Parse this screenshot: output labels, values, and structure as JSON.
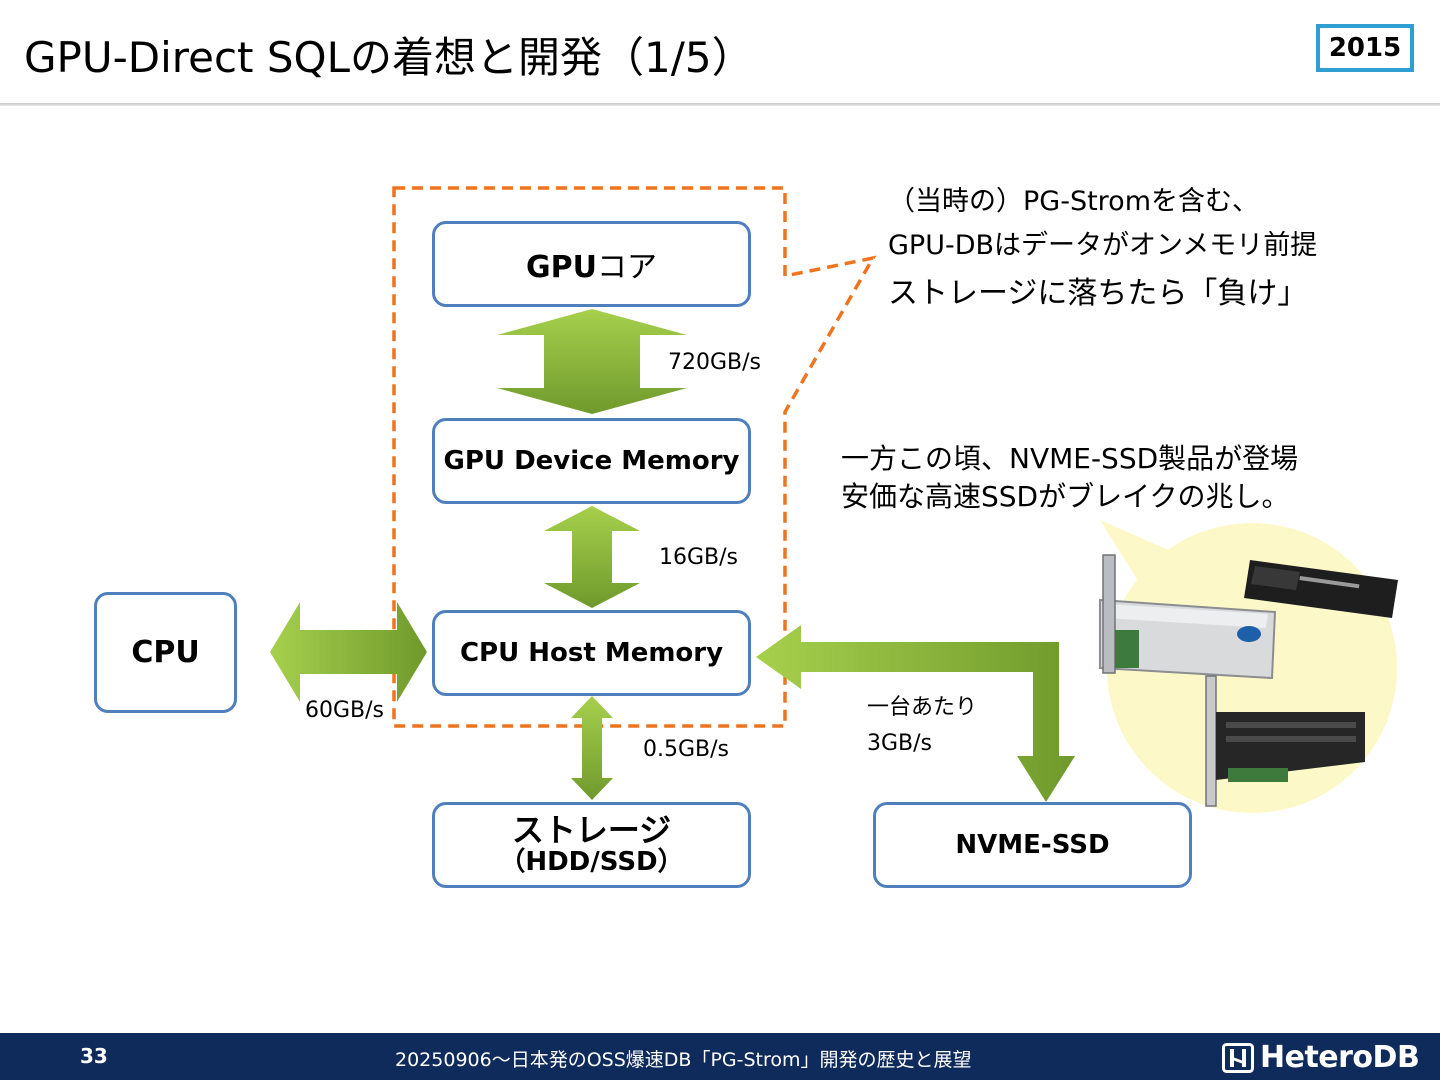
{
  "header": {
    "title": "GPU-Direct SQLの着想と開発（1/5）",
    "year_badge": "2015"
  },
  "diagram": {
    "nodes": {
      "gpu_core_bold": "GPU",
      "gpu_core_rest": "コア",
      "gpu_device_memory": "GPU Device Memory",
      "cpu_host_memory": "CPU Host Memory",
      "cpu": "CPU",
      "storage_line1": "ストレージ",
      "storage_line2": "（HDD/SSD）",
      "nvme_ssd": "NVME-SSD"
    },
    "bandwidths": {
      "gpu_core_to_device": "720GB/s",
      "device_to_host": "16GB/s",
      "cpu_to_host": "60GB/s",
      "host_to_storage": "0.5GB/s",
      "nvme_per_unit_line1": "一台あたり",
      "nvme_per_unit_line2": "3GB/s"
    },
    "callouts": {
      "gpu_db": [
        "（当時の）PG-Stromを含む、",
        "GPU-DBはデータがオンメモリ前提",
        "ストレージに落ちたら「負け」"
      ],
      "nvme": [
        "一方この頃、NVME-SSD製品が登場",
        "安価な高速SSDがブレイクの兆し。"
      ]
    },
    "colors": {
      "box_border": "#4f7fbd",
      "arrow_green": "#8dbb3a",
      "dashed_orange": "#ee7420",
      "callout_yellow": "#fdf8c8"
    },
    "icons": [
      "ssd-pcie-card-icon",
      "ssd-m2-icon",
      "ssd-add-in-card-icon"
    ]
  },
  "footer": {
    "page_number": "33",
    "text": "20250906～日本発のOSS爆速DB「PG-Strom」開発の歴史と展望",
    "logo": "HeteroDB"
  }
}
